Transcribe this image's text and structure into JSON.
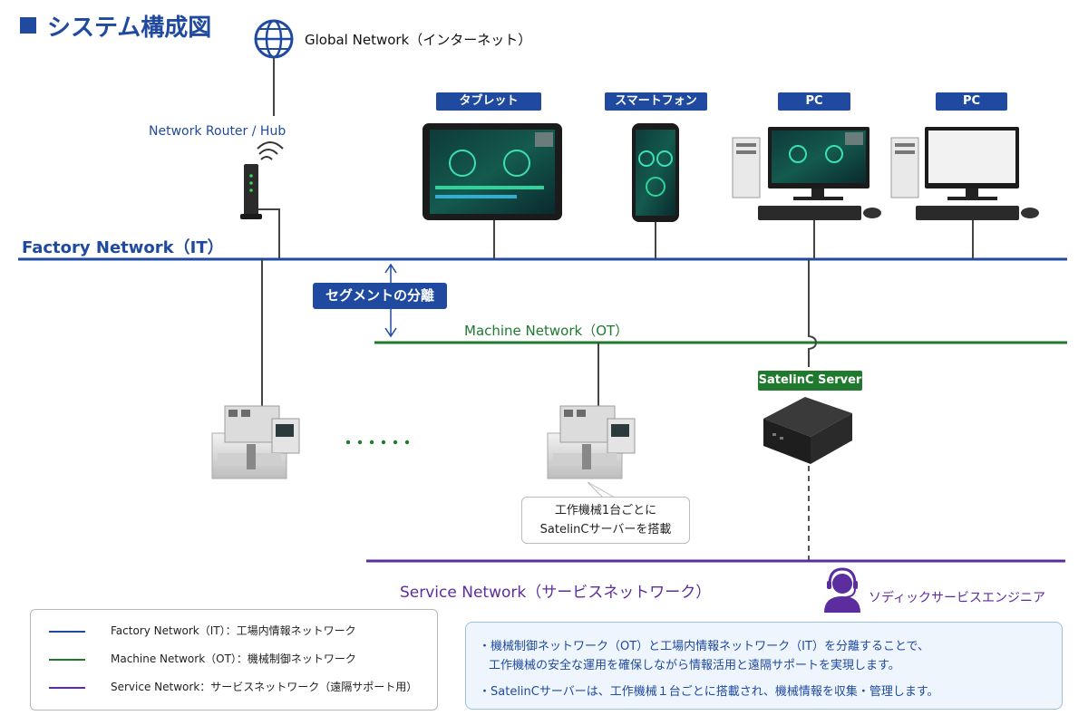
{
  "title": "システム構成図",
  "global_network": "Global Network（インターネット）",
  "router_label": "Network Router / Hub",
  "factory_network": "Factory Network（IT）",
  "segment_label": "セグメントの分離",
  "machine_network": "Machine Network（OT）",
  "service_network": "Service Network（サービスネットワーク）",
  "server_label": "SatelinC Server",
  "engineer_label": "ソディックサービスエンジニア",
  "devices": {
    "tablet": "タブレット",
    "smartphone": "スマートフォン",
    "pc1": "PC",
    "pc2": "PC"
  },
  "callout": {
    "line1": "工作機械1台ごとに",
    "line2": "SatelinCサーバーを搭載"
  },
  "legend": [
    {
      "label": "Factory Network（IT）：工場内情報ネットワーク",
      "color": "#1f4aa0"
    },
    {
      "label": "Machine Network（OT）：機械制御ネットワーク",
      "color": "#1f7a2e"
    },
    {
      "label": "Service Network：サービスネットワーク（遠隔サポート用）",
      "color": "#5b2d9e"
    }
  ],
  "notes": {
    "note1_line1": "・機械制御ネットワーク（OT）と工場内情報ネットワーク（IT）を分離することで、",
    "note1_line2": "工作機械の安全な運用を確保しながら情報活用と遠隔サポートを実現します。",
    "note2": "・SatelinCサーバーは、工作機械１台ごとに搭載され、機械情報を収集・管理します。"
  },
  "colors": {
    "it": "#1f4aa0",
    "ot": "#1f7a2e",
    "service": "#5b2d9e"
  }
}
